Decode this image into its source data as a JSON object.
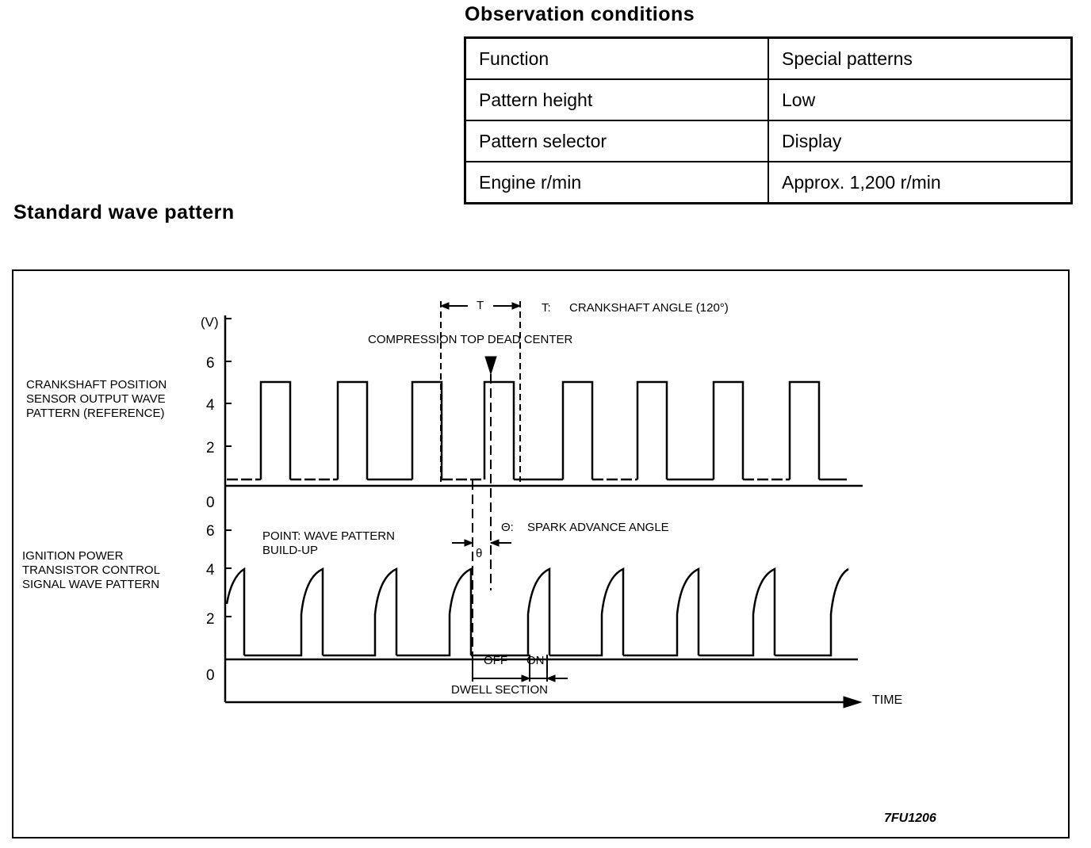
{
  "observation": {
    "title": "Observation conditions",
    "rows": [
      {
        "label": "Function",
        "value": "Special patterns"
      },
      {
        "label": "Pattern height",
        "value": "Low"
      },
      {
        "label": "Pattern selector",
        "value": "Display"
      },
      {
        "label": "Engine r/min",
        "value": "Approx. 1,200 r/min"
      }
    ]
  },
  "waveform": {
    "title": "Standard wave pattern",
    "unit_label": "(V)",
    "top_ticks": [
      "6",
      "4",
      "2",
      "0"
    ],
    "bottom_ticks": [
      "6",
      "4",
      "2",
      "0"
    ],
    "top_signal_label": [
      "CRANKSHAFT POSITION",
      "SENSOR OUTPUT WAVE",
      "PATTERN (REFERENCE)"
    ],
    "bottom_signal_label": [
      "IGNITION POWER",
      "TRANSISTOR CONTROL",
      "SIGNAL WAVE PATTERN"
    ],
    "t_marker": "T",
    "t_legend_key": "T:",
    "t_legend_text": "CRANKSHAFT ANGLE (120°)",
    "tdc_label": "COMPRESSION TOP DEAD CENTER",
    "point_label": [
      "POINT: WAVE PATTERN",
      "BUILD-UP"
    ],
    "theta_symbol": "θ",
    "theta_legend_key": "Θ:",
    "theta_legend_text": "SPARK ADVANCE ANGLE",
    "off_label": "OFF",
    "on_label": "ON",
    "dwell_label": "DWELL SECTION",
    "time_label": "TIME",
    "figure_code": "7FU1206"
  }
}
